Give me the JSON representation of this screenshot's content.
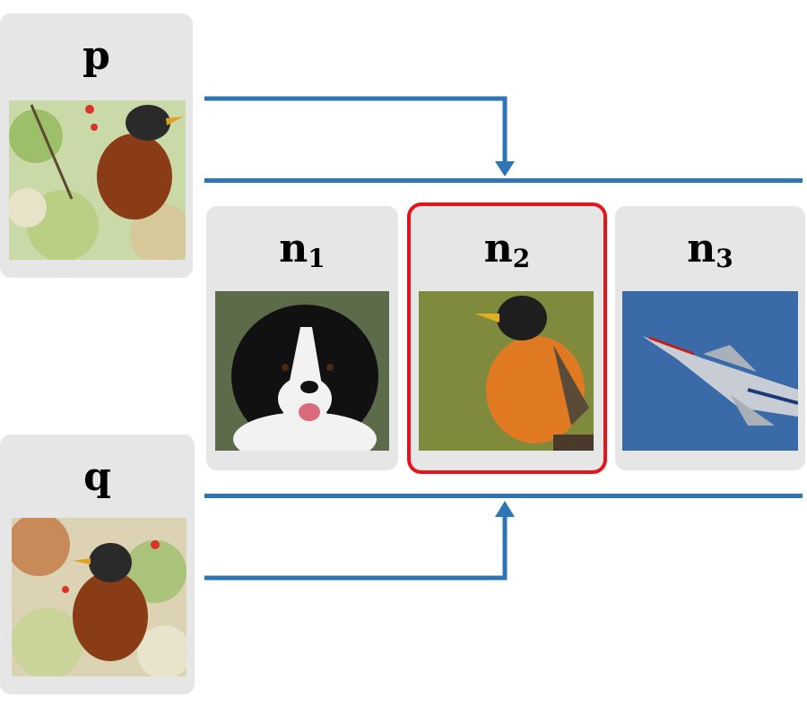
{
  "anchor": {
    "symbol": "p",
    "image": "robin-in-foliage"
  },
  "query": {
    "symbol": "q",
    "image": "robin-in-foliage-variant"
  },
  "candidates": [
    {
      "symbol": "n",
      "index": "1",
      "image": "border-collie-dog",
      "selected": false
    },
    {
      "symbol": "n",
      "index": "2",
      "image": "american-robin",
      "selected": true
    },
    {
      "symbol": "n",
      "index": "3",
      "image": "fighter-jet",
      "selected": false
    }
  ],
  "colors": {
    "arrow": "#2e75b6",
    "selection": "#e8141c",
    "card": "#e6e6e6"
  }
}
